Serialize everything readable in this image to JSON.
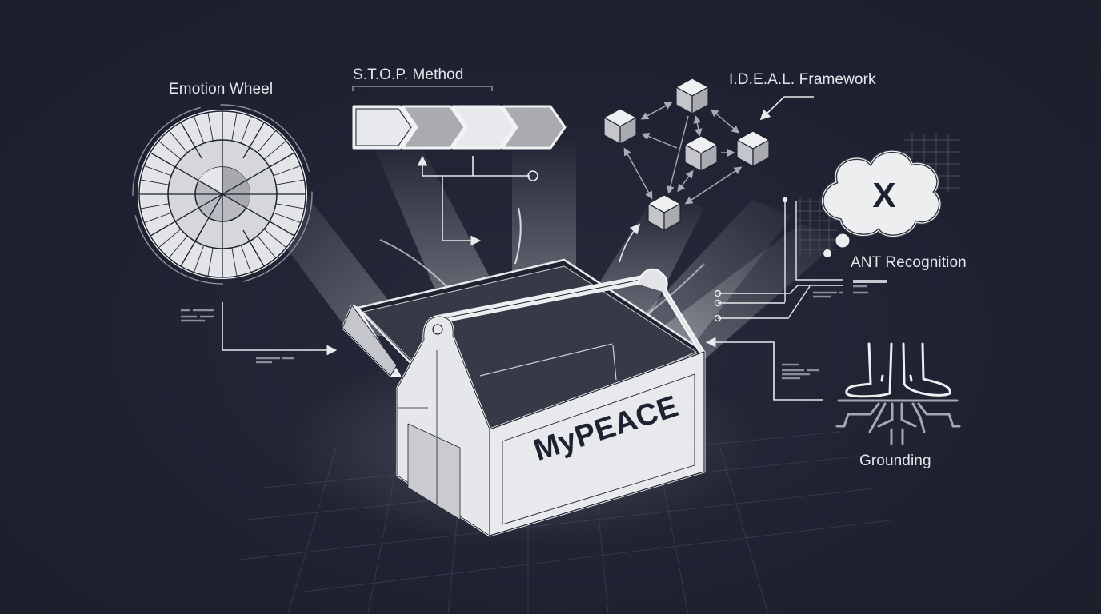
{
  "diagram": {
    "center": {
      "label": "MyPEACE",
      "object": "open-toolbox"
    },
    "tools": [
      {
        "id": "emotion-wheel",
        "label": "Emotion Wheel",
        "icon": "emotion-wheel-icon"
      },
      {
        "id": "stop-method",
        "label": "S.T.O.P. Method",
        "icon": "chevron-steps-icon",
        "steps": 4
      },
      {
        "id": "ideal-framework",
        "label": "I.D.E.A.L. Framework",
        "icon": "connected-cubes-icon",
        "nodes": 5
      },
      {
        "id": "ant-recognition",
        "label": "ANT Recognition",
        "icon": "thought-cloud-x-icon",
        "glyph": "X"
      },
      {
        "id": "grounding",
        "label": "Grounding",
        "icon": "feet-roots-icon"
      }
    ]
  },
  "colors": {
    "background": "#1e2130",
    "line": "#e8eaee",
    "box_face": "#e6e7ea",
    "box_shade": "#c9cbd0",
    "text_dark": "#1e2130",
    "text_light": "#e4e6ea"
  }
}
